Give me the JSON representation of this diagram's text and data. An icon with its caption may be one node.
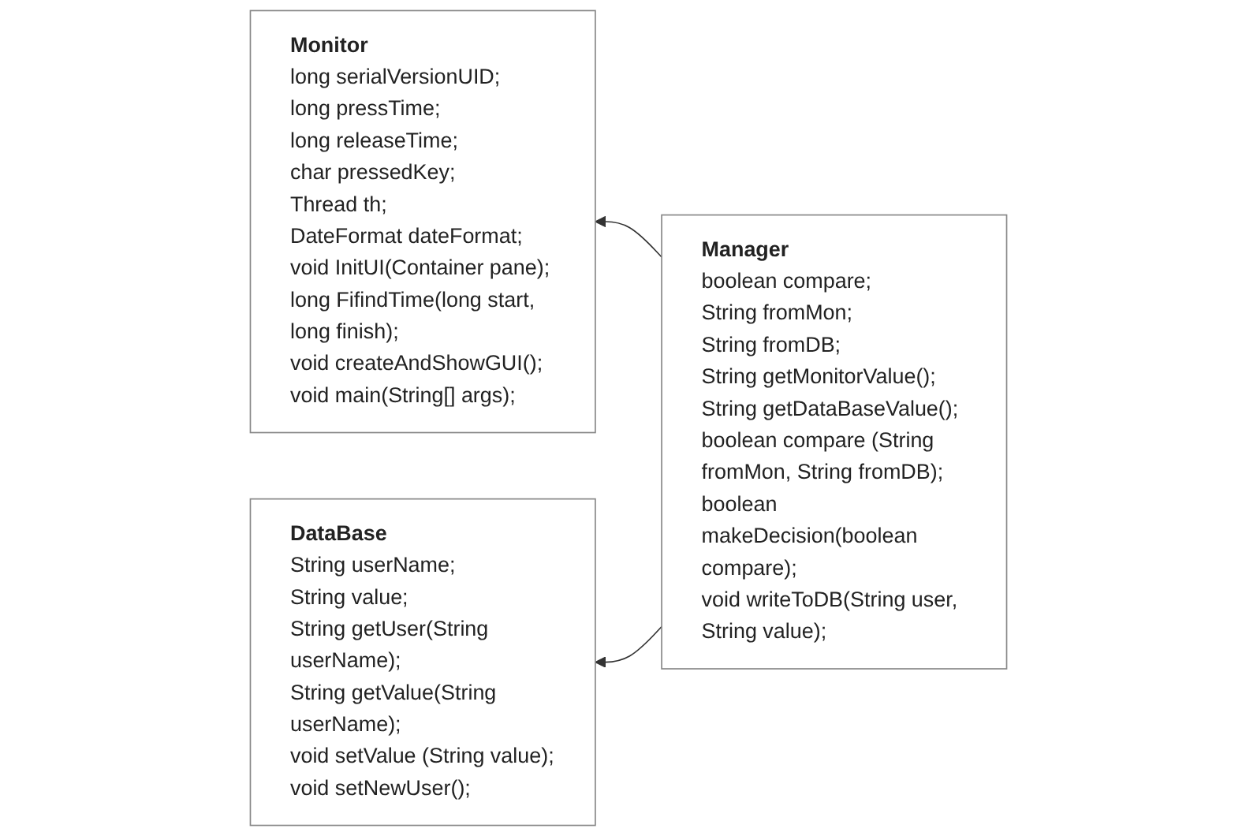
{
  "diagram": {
    "nodes": [
      {
        "text": [
          "Manager",
          "boolean compare;",
          "String fromMon;",
          "String fromDB;",
          "String getMonitorValue();",
          "String getDataBaseValue();",
          "boolean compare (String fromMon, String fromDB);",
          "boolean makeDecision(boolean compare);",
          "void writeToDB(String user, String value);"
        ]
      },
      {
        "text": [
          "Monitor",
          "long serialVersionUID;",
          "long pressTime;",
          "long releaseTime;",
          "char pressedKey;",
          "Thread th;",
          "DateFormat dateFormat;",
          "void InitUI(Container pane);",
          "long FifindTime(long start, long finish);",
          "void createAndShowGUI();",
          "void main(String[] args);"
        ]
      },
      {
        "text": [
          "DataBase",
          "String userName;",
          "String value;",
          "String getUser(String userName);",
          "String getValue(String userName);",
          "void setValue (String value);",
          "void setNewUser();"
        ]
      }
    ],
    "edges": [
      {
        "from": 0,
        "to": 1,
        "arrow": "to"
      },
      {
        "from": 0,
        "to": 2,
        "arrow": "to"
      }
    ]
  }
}
